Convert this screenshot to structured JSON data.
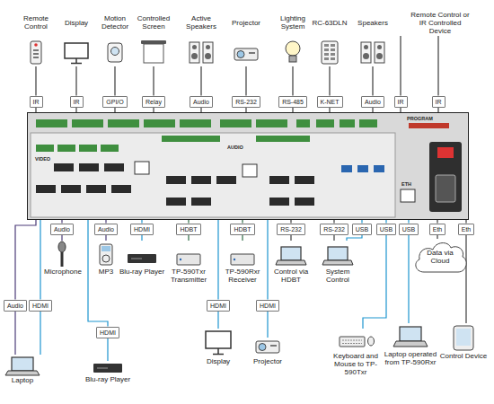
{
  "diagram": {
    "nodes": [
      {
        "text": [
          "Remote Control"
        ]
      },
      {
        "text": [
          "Display"
        ]
      },
      {
        "text": [
          "Motion Detector"
        ]
      },
      {
        "text": [
          "Controlled Screen"
        ]
      },
      {
        "text": [
          "Active Speakers"
        ]
      },
      {
        "text": [
          "Projector"
        ]
      },
      {
        "text": [
          "Lighting System"
        ]
      },
      {
        "text": [
          "RC-63DLN"
        ]
      },
      {
        "text": [
          "Speakers"
        ]
      },
      {
        "text": [
          "Remote Control or IR Controlled Device"
        ]
      },
      {
        "text": [
          "IR"
        ]
      },
      {
        "text": [
          "IR"
        ]
      },
      {
        "text": [
          "GPI/O"
        ]
      },
      {
        "text": [
          "Relay"
        ]
      },
      {
        "text": [
          "Audio"
        ]
      },
      {
        "text": [
          "RS-232"
        ]
      },
      {
        "text": [
          "RS-485"
        ]
      },
      {
        "text": [
          "K-NET"
        ]
      },
      {
        "text": [
          "Audio"
        ]
      },
      {
        "text": [
          "IR"
        ]
      },
      {
        "text": [
          "IR"
        ]
      },
      {
        "text": [
          "VIDEO",
          "AUDIO",
          "PROGRAM",
          "ETH"
        ]
      },
      {
        "text": [
          "Audio"
        ]
      },
      {
        "text": [
          "Audio"
        ]
      },
      {
        "text": [
          "HDMI"
        ]
      },
      {
        "text": [
          "HDBT"
        ]
      },
      {
        "text": [
          "HDBT"
        ]
      },
      {
        "text": [
          "RS-232"
        ]
      },
      {
        "text": [
          "RS-232"
        ]
      },
      {
        "text": [
          "USB"
        ]
      },
      {
        "text": [
          "USB"
        ]
      },
      {
        "text": [
          "USB"
        ]
      },
      {
        "text": [
          "Eth"
        ]
      },
      {
        "text": [
          "Eth"
        ]
      },
      {
        "text": [
          "Microphone"
        ]
      },
      {
        "text": [
          "MP3"
        ]
      },
      {
        "text": [
          "Blu-ray Player"
        ]
      },
      {
        "text": [
          "TP-590Txr Transmitter"
        ]
      },
      {
        "text": [
          "TP-590Rxr Receiver"
        ]
      },
      {
        "text": [
          "Control via HDBT"
        ]
      },
      {
        "text": [
          "System Control"
        ]
      },
      {
        "text": [
          "Data via Cloud"
        ]
      },
      {
        "text": [
          "Audio"
        ]
      },
      {
        "text": [
          "HDMI"
        ]
      },
      {
        "text": [
          "HDMI"
        ]
      },
      {
        "text": [
          "HDMI"
        ]
      },
      {
        "text": [
          "HDMI"
        ]
      },
      {
        "text": [
          "Laptop"
        ]
      },
      {
        "text": [
          "Blu-ray Player"
        ]
      },
      {
        "text": [
          "Display"
        ]
      },
      {
        "text": [
          "Projector"
        ]
      },
      {
        "text": [
          "Keyboard and Mouse to TP-590Txr"
        ]
      },
      {
        "text": [
          "Laptop operated from TP-590Rxr"
        ]
      },
      {
        "text": [
          "Control Device"
        ]
      }
    ],
    "edges": [
      {
        "from": 0,
        "to": 10,
        "arrow": "none"
      },
      {
        "from": 10,
        "to": 21,
        "arrow": "none"
      },
      {
        "from": 1,
        "to": 11,
        "arrow": "none"
      },
      {
        "from": 11,
        "to": 21,
        "arrow": "none"
      },
      {
        "from": 2,
        "to": 12,
        "arrow": "none"
      },
      {
        "from": 12,
        "to": 21,
        "arrow": "none"
      },
      {
        "from": 3,
        "to": 13,
        "arrow": "none"
      },
      {
        "from": 13,
        "to": 21,
        "arrow": "none"
      },
      {
        "from": 4,
        "to": 14,
        "arrow": "none"
      },
      {
        "from": 14,
        "to": 21,
        "arrow": "none"
      },
      {
        "from": 5,
        "to": 15,
        "arrow": "none"
      },
      {
        "from": 15,
        "to": 21,
        "arrow": "none"
      },
      {
        "from": 6,
        "to": 16,
        "arrow": "none"
      },
      {
        "from": 16,
        "to": 21,
        "arrow": "none"
      },
      {
        "from": 7,
        "to": 17,
        "arrow": "none"
      },
      {
        "from": 17,
        "to": 21,
        "arrow": "none"
      },
      {
        "from": 8,
        "to": 18,
        "arrow": "none"
      },
      {
        "from": 18,
        "to": 21,
        "arrow": "none"
      },
      {
        "from": 9,
        "to": 19,
        "arrow": "none"
      },
      {
        "from": 19,
        "to": 21,
        "arrow": "none"
      },
      {
        "from": 9,
        "to": 20,
        "arrow": "none"
      },
      {
        "from": 20,
        "to": 21,
        "arrow": "none"
      },
      {
        "from": 21,
        "to": 22,
        "arrow": "none"
      },
      {
        "from": 22,
        "to": 34,
        "arrow": "none"
      },
      {
        "from": 21,
        "to": 23,
        "arrow": "none"
      },
      {
        "from": 23,
        "to": 35,
        "arrow": "none"
      },
      {
        "from": 21,
        "to": 24,
        "arrow": "none"
      },
      {
        "from": 24,
        "to": 36,
        "arrow": "none"
      },
      {
        "from": 21,
        "to": 25,
        "arrow": "none"
      },
      {
        "from": 25,
        "to": 37,
        "arrow": "none"
      },
      {
        "from": 21,
        "to": 26,
        "arrow": "none"
      },
      {
        "from": 26,
        "to": 38,
        "arrow": "none"
      },
      {
        "from": 21,
        "to": 27,
        "arrow": "none"
      },
      {
        "from": 27,
        "to": 39,
        "arrow": "none"
      },
      {
        "from": 21,
        "to": 28,
        "arrow": "none"
      },
      {
        "from": 28,
        "to": 40,
        "arrow": "none"
      },
      {
        "from": 21,
        "to": 29,
        "arrow": "none"
      },
      {
        "from": 29,
        "to": 40,
        "arrow": "none"
      },
      {
        "from": 21,
        "to": 30,
        "arrow": "none"
      },
      {
        "from": 30,
        "to": 51,
        "arrow": "none"
      },
      {
        "from": 21,
        "to": 31,
        "arrow": "none"
      },
      {
        "from": 31,
        "to": 52,
        "arrow": "none"
      },
      {
        "from": 21,
        "to": 32,
        "arrow": "none"
      },
      {
        "from": 32,
        "to": 41,
        "arrow": "none"
      },
      {
        "from": 21,
        "to": 33,
        "arrow": "none"
      },
      {
        "from": 33,
        "to": 53,
        "arrow": "none"
      },
      {
        "from": 21,
        "to": 42,
        "arrow": "none"
      },
      {
        "from": 42,
        "to": 47,
        "arrow": "none"
      },
      {
        "from": 21,
        "to": 43,
        "arrow": "none"
      },
      {
        "from": 43,
        "to": 47,
        "arrow": "none"
      },
      {
        "from": 21,
        "to": 46,
        "arrow": "none"
      },
      {
        "from": 46,
        "to": 48,
        "arrow": "none"
      },
      {
        "from": 21,
        "to": 44,
        "arrow": "none"
      },
      {
        "from": 44,
        "to": 49,
        "arrow": "none"
      },
      {
        "from": 21,
        "to": 45,
        "arrow": "none"
      },
      {
        "from": 45,
        "to": 50,
        "arrow": "none"
      }
    ]
  }
}
